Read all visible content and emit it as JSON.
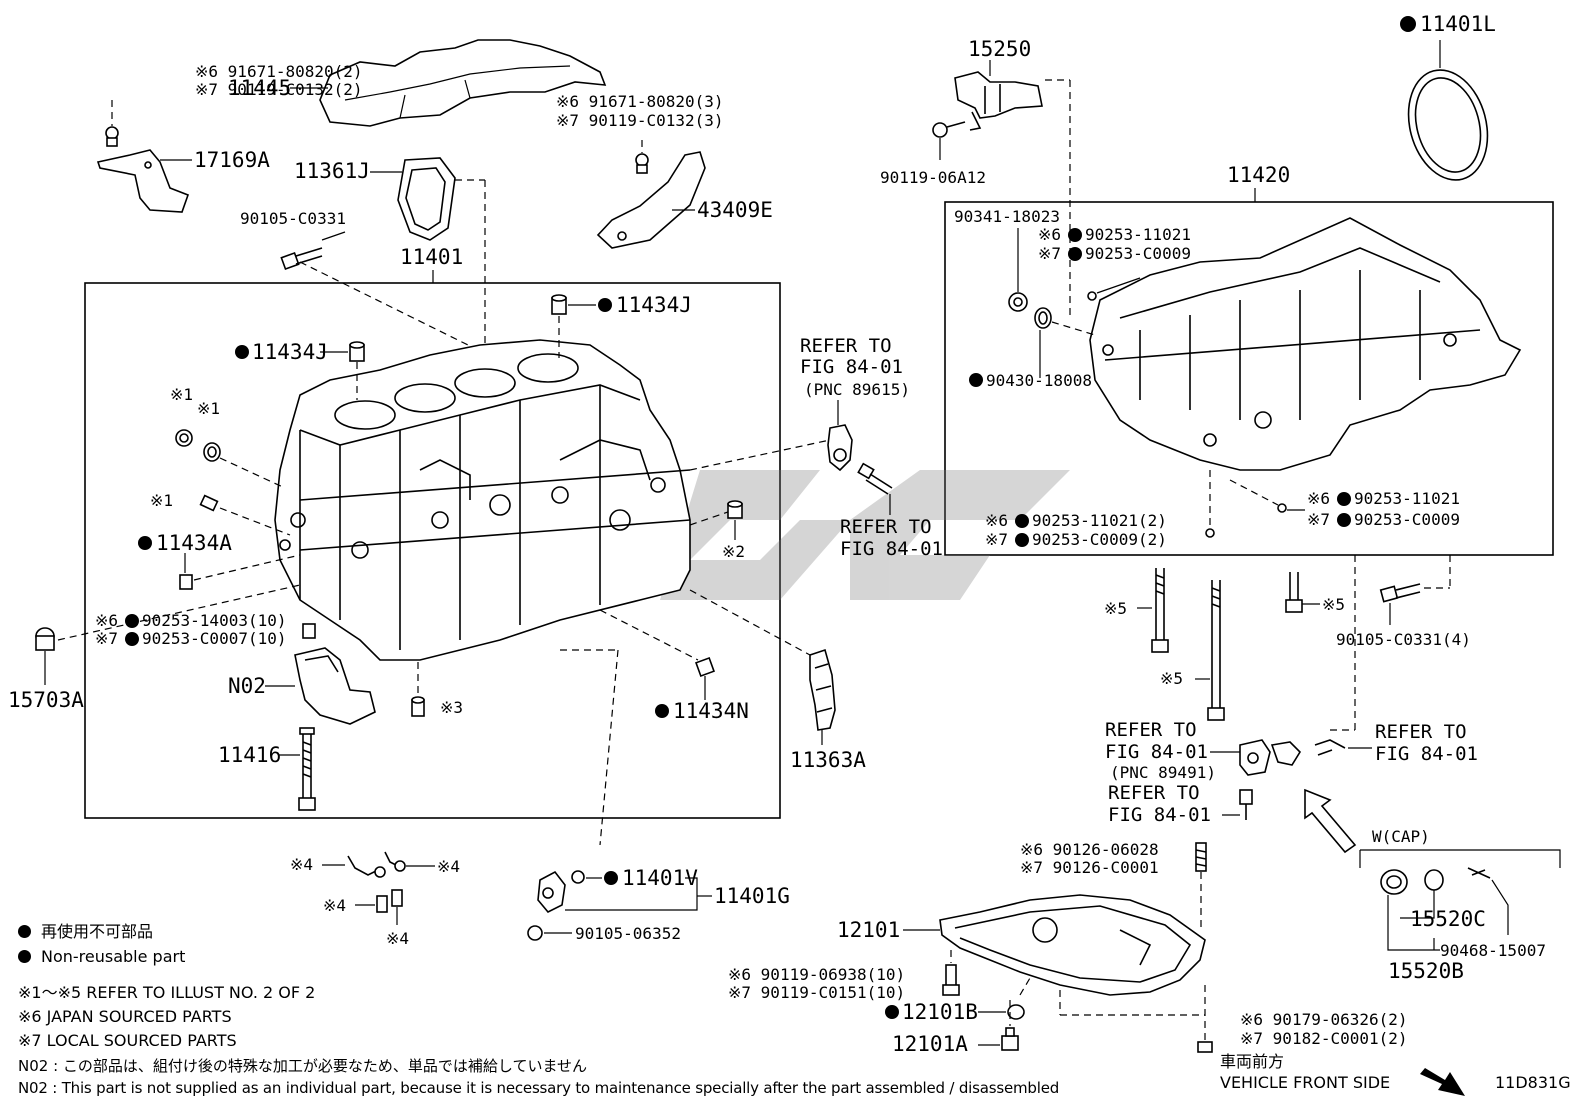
{
  "diagram_code": "11D831G",
  "labels": {
    "p11445": "11445",
    "p17169a": "17169A",
    "p11361j": "11361J",
    "p43409e": "43409E",
    "p90105c0331": "90105-C0331",
    "p11401": "11401",
    "p11434j_top": "11434J",
    "p11434j_left": "11434J",
    "p11434a": "11434A",
    "p15703a": "15703A",
    "p11434n": "11434N",
    "p11363a": "11363A",
    "pN02": "N02",
    "p11416": "11416",
    "p11401v": "11401V",
    "p11401g": "11401G",
    "p9010506352": "90105-06352",
    "p15250": "15250",
    "p9011906a12": "90119-06A12",
    "p11401l": "11401L",
    "p11420": "11420",
    "p9034118023": "90341-18023",
    "p9043018008": "90430-18008",
    "p90105c0331_4": "90105-C0331(4)",
    "p12101": "12101",
    "p12101b": "12101B",
    "p12101a": "12101A",
    "p15520c": "15520C",
    "p15520b": "15520B",
    "p9046815007": "90468-15007",
    "wcap": "W(CAP)",
    "vehicle_front_jp": "車両前方",
    "vehicle_front_en": "VEHICLE FRONT SIDE"
  },
  "notes": {
    "a1": "※6 91671-80820(2)",
    "a2": "※7 90119-C0132(2)",
    "b1": "※6 91671-80820(3)",
    "b2": "※7 90119-C0132(3)",
    "c1": "※6",
    "c1p": "90253-14003(10)",
    "c2": "※7",
    "c2p": "90253-C0007(10)",
    "d1": "※6",
    "d1p": "90253-11021",
    "d2": "※7",
    "d2p": "90253-C0009",
    "e1": "※6",
    "e1p": "90253-11021(2)",
    "e2": "※7",
    "e2p": "90253-C0009(2)",
    "f1": "※6",
    "f1p": "90253-11021",
    "f2": "※7",
    "f2p": "90253-C0009",
    "g1": "※6 90126-06028",
    "g2": "※7 90126-C0001",
    "h1": "※6 90119-06938(10)",
    "h2": "※7 90119-C0151(10)",
    "i1": "※6 90179-06326(2)",
    "i2": "※7 90182-C0001(2)"
  },
  "marks": {
    "m1a": "※1",
    "m1b": "※1",
    "m1c": "※1",
    "m2": "※2",
    "m3": "※3",
    "m4a": "※4",
    "m4b": "※4",
    "m4c": "※4",
    "m4d": "※4",
    "m5a": "※5",
    "m5b": "※5",
    "m5c": "※5"
  },
  "refs": {
    "r1a": "REFER TO",
    "r1b": "FIG 84-01",
    "r1c": "(PNC 89615)",
    "r2a": "REFER TO",
    "r2b": "FIG 84-01",
    "r3a": "REFER TO",
    "r3b": "FIG 84-01",
    "r3c": "(PNC 89491)",
    "r4a": "REFER TO",
    "r4b": "FIG 84-01",
    "r5a": "REFER TO",
    "r5b": "FIG 84-01"
  },
  "legend": {
    "jp": "再使用不可部品",
    "en": "Non-reusable part",
    "l1": "※1～※5  REFER TO ILLUST NO. 2 OF 2",
    "l2": "※6 JAPAN SOURCED PARTS",
    "l3": "※7 LOCAL SOURCED PARTS",
    "n02_jp": "N02 : この部品は、組付け後の特殊な加工が必要なため、単品では補給していません",
    "n02_en": "N02 : This part is not supplied as an individual part, because it is necessary to maintenance specially after the part assembled / disassembled"
  }
}
